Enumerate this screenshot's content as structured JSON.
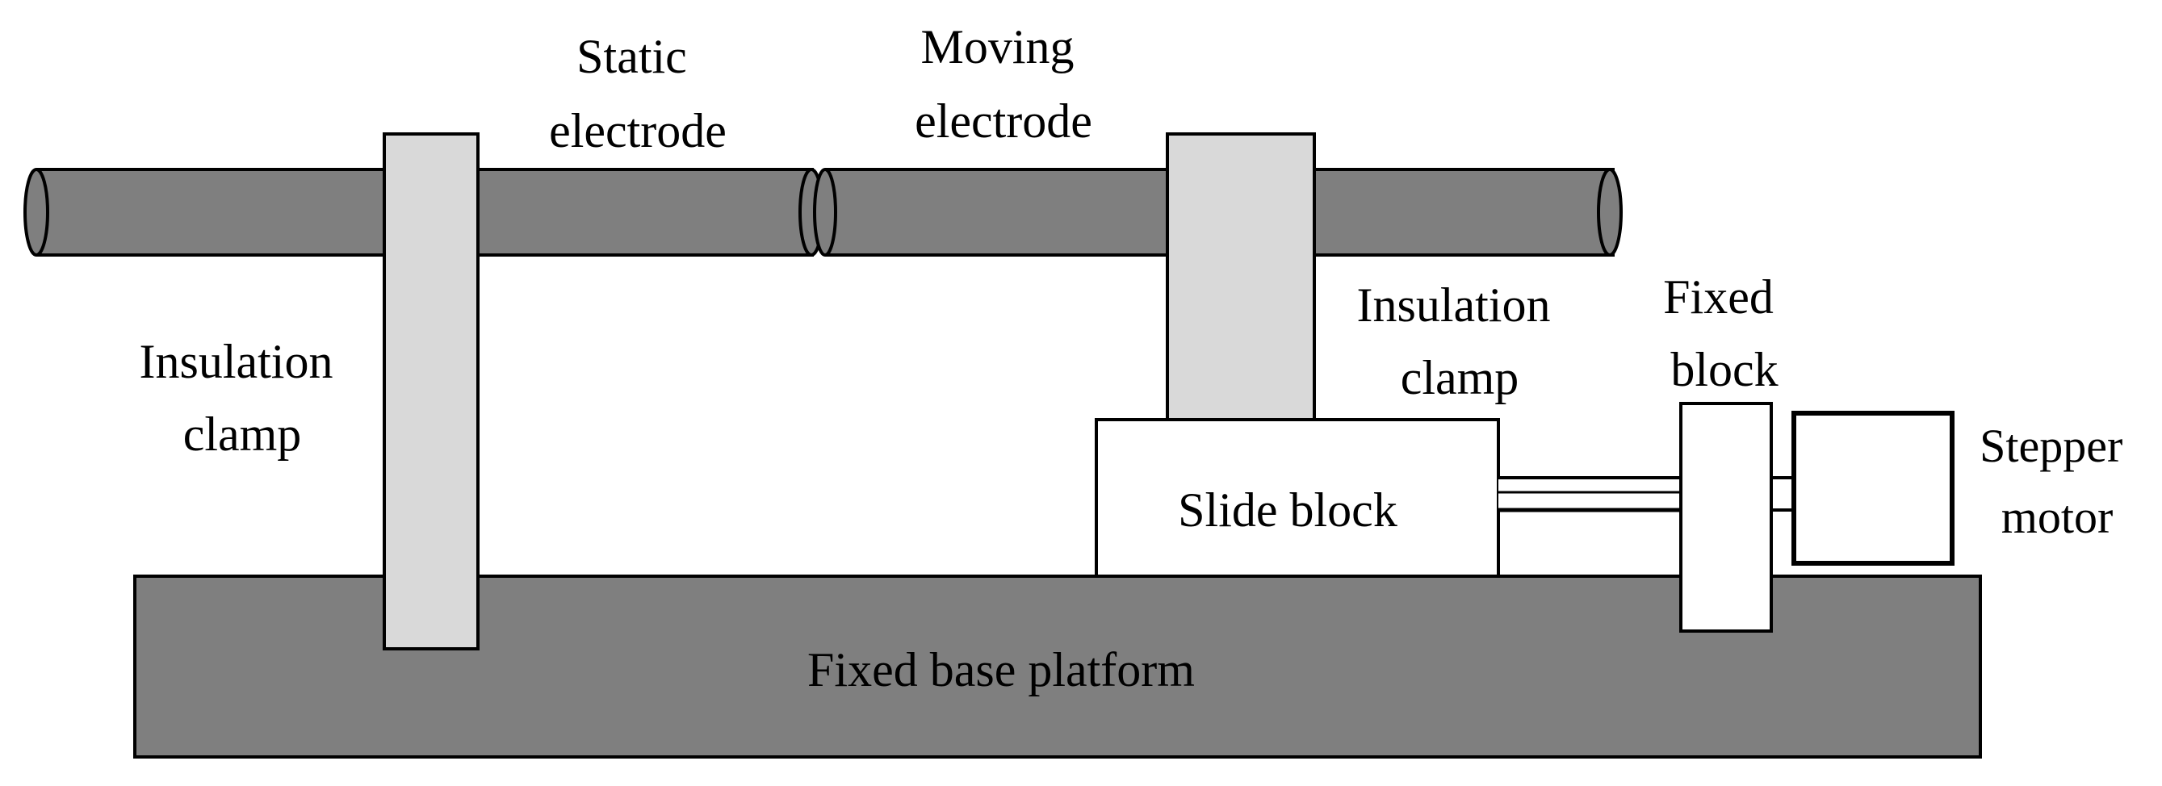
{
  "labels": {
    "static_electrode": [
      "Static",
      "electrode"
    ],
    "moving_electrode": [
      "Moving",
      "electrode"
    ],
    "insulation_clamp_left": [
      "Insulation",
      "clamp"
    ],
    "insulation_clamp_right": [
      "Insulation",
      "clamp"
    ],
    "fixed_block": [
      "Fixed",
      "block"
    ],
    "slide_block": "Slide block",
    "stepper_motor": [
      "Stepper",
      "motor"
    ],
    "fixed_base_platform": "Fixed base platform"
  },
  "colors": {
    "dark_gray": "#7f7f7f",
    "light_gray": "#d9d9d9",
    "white": "#ffffff",
    "outline": "#000000"
  }
}
